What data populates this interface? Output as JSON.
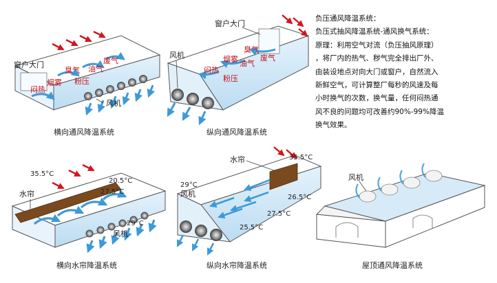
{
  "description": {
    "lines": [
      "负压通风降温系统：",
      "负压式抽风降温系统-通风换气系统：",
      "原理：利用空气对流（负压抽风原理）",
      "，将厂内的热气、秽气完全排出厂外、",
      "由装设地点对向大门或窗户，自然流入",
      "新鲜空气，可计算整厂每秒的风速及每",
      "小时换气的次数，换气量，任何闷热通",
      "风不良的问题均可改善约90%-99%降温",
      "换气效果。"
    ]
  },
  "panel1": {
    "caption": "横向通风降温系统",
    "window_label": "窗户大门",
    "fan_label": "风机",
    "pollutants": [
      "闷热",
      "烟雾",
      "臭气",
      "油气",
      "粉压",
      "废气"
    ]
  },
  "panel2": {
    "caption": "纵向通风降温系统",
    "window_label": "窗户大门",
    "fan_label": "风机",
    "pollutants": [
      "闷热",
      "烟雾",
      "臭气",
      "油气",
      "粉压",
      "废气"
    ]
  },
  "panel3": {
    "caption": "横向水帘降温系统",
    "curtain_label": "水帘",
    "fan_label": "风机",
    "temps": [
      "35.5°C",
      "20.5°C",
      "27.5°C",
      "29°C"
    ]
  },
  "panel4": {
    "caption": "纵向水帘降温系统",
    "curtain_label": "水帘",
    "fan_label": "风机",
    "temps": [
      "35.5°C",
      "29°C",
      "26.5°C",
      "27.5°C",
      "25.5°C"
    ]
  },
  "panel5": {
    "caption": "屋顶通风降温系统",
    "fan_label": "风机"
  },
  "colors": {
    "wall_blue": "#cfe6f7",
    "arrow_blue": "#3d9ad9",
    "arrow_red": "#d4141c",
    "curtain_brown": "#7a4a1e",
    "fan_gray": "#555555"
  }
}
